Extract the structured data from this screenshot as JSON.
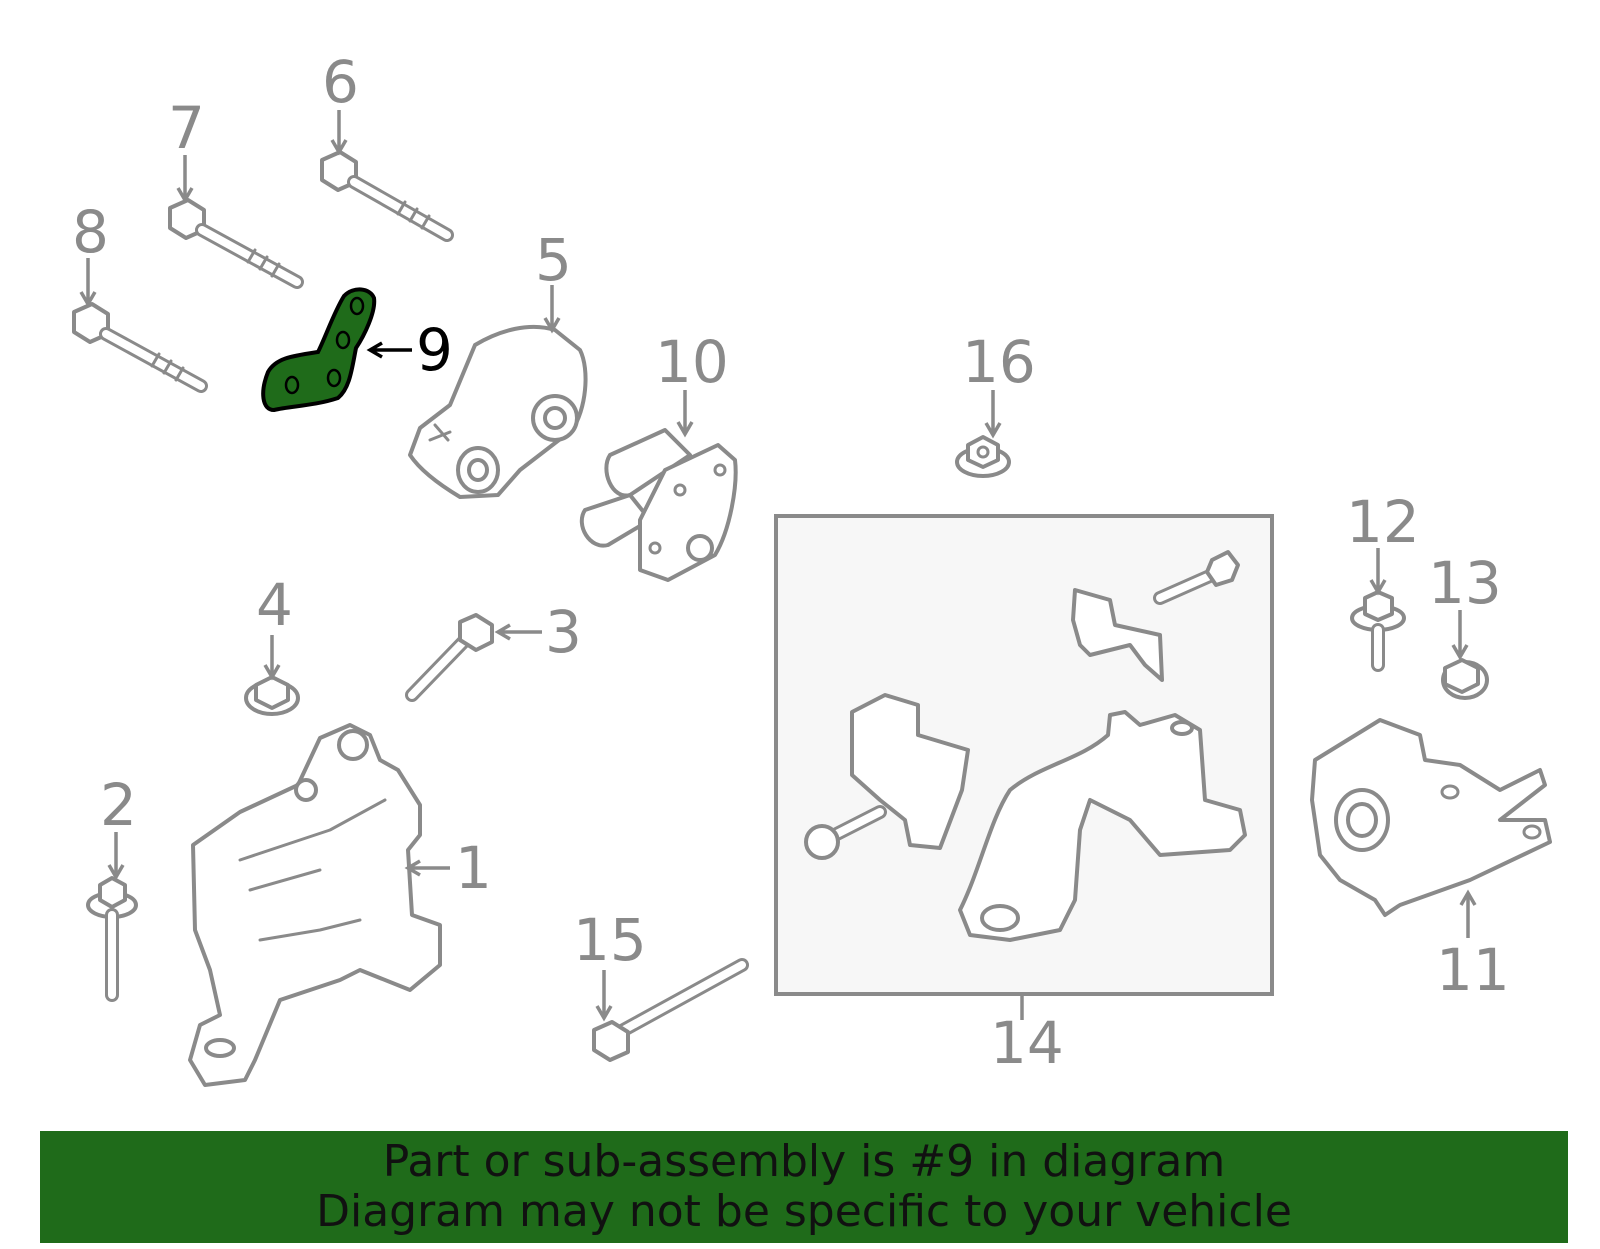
{
  "colors": {
    "banner": "#1f6b1a",
    "highlight": "#1f6b1a",
    "line": "#8a8a8a",
    "box_fill": "#f7f7f7"
  },
  "callouts": [
    "1",
    "2",
    "3",
    "4",
    "5",
    "6",
    "7",
    "8",
    "9",
    "10",
    "11",
    "12",
    "13",
    "14",
    "15",
    "16"
  ],
  "highlighted_part": "9",
  "banner": {
    "line1": "Part or sub-assembly is #9 in diagram",
    "line2": "Diagram may not be specific to your vehicle"
  }
}
